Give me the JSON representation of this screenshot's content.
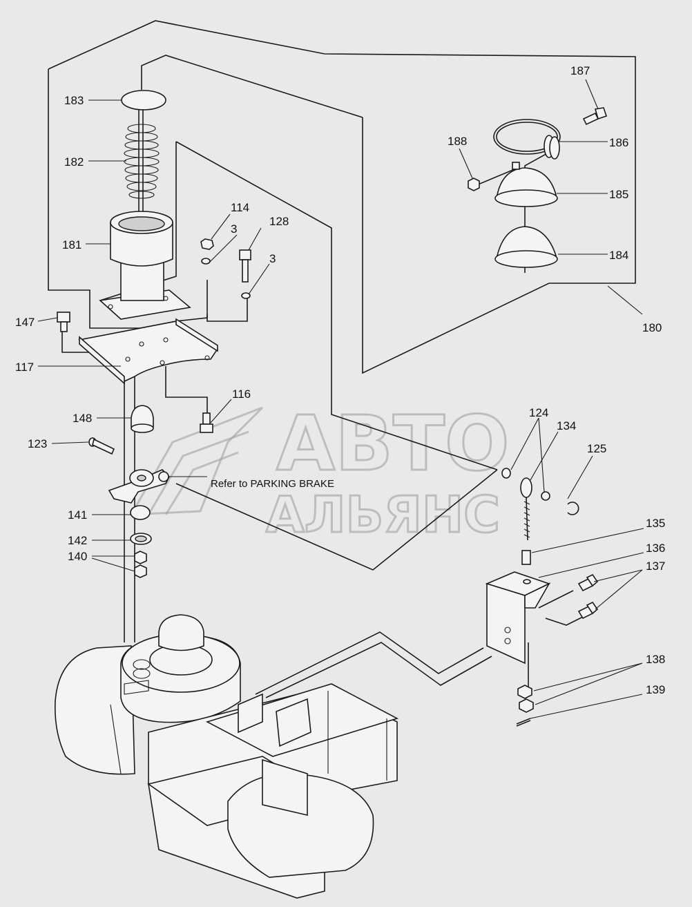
{
  "labels": {
    "l180": "180",
    "l181": "181",
    "l182": "182",
    "l183": "183",
    "l184": "184",
    "l185": "185",
    "l186": "186",
    "l187": "187",
    "l188": "188",
    "l114": "114",
    "l128": "128",
    "l3a": "3",
    "l3b": "3",
    "l147": "147",
    "l117": "117",
    "l116": "116",
    "l148": "148",
    "l123": "123",
    "l141": "141",
    "l142": "142",
    "l140": "140",
    "l124": "124",
    "l134": "134",
    "l125": "125",
    "l135": "135",
    "l136": "136",
    "l137": "137",
    "l138": "138",
    "l139": "139"
  },
  "note": "Refer to PARKING BRAKE",
  "watermark": {
    "line1": "АВТО",
    "line2": "АЛЬЯНС"
  }
}
